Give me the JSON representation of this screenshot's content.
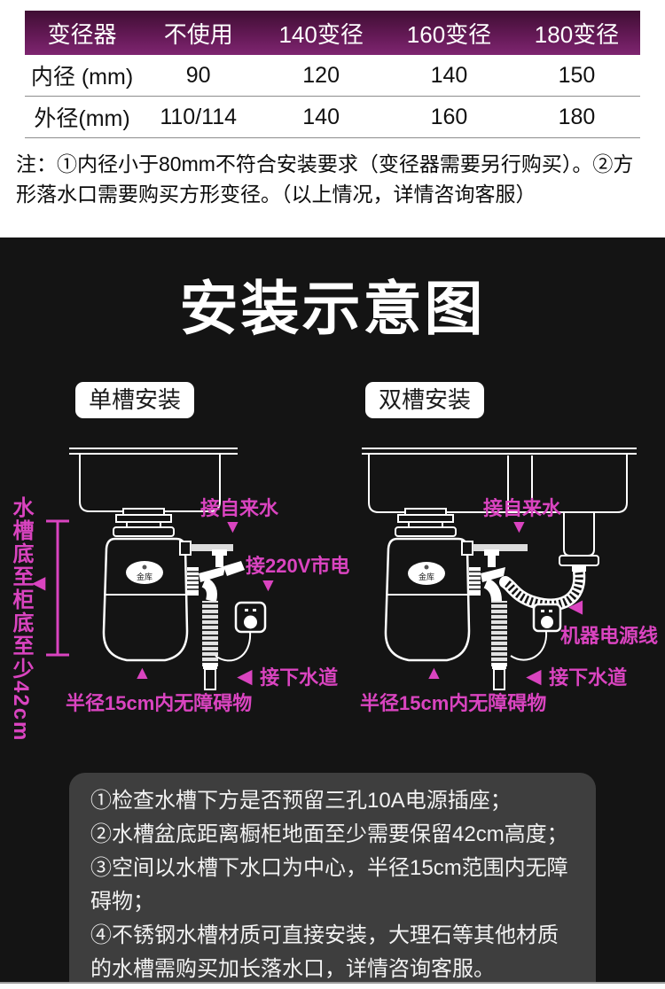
{
  "adapter_table": {
    "headers": [
      "变径器",
      "不使用",
      "140变径",
      "160变径",
      "180变径"
    ],
    "row1_label": "内径 (mm)",
    "row1_values": [
      "90",
      "120",
      "140",
      "150"
    ],
    "row2_label": "外径(mm)",
    "row2_values": [
      "110/114",
      "140",
      "160",
      "180"
    ]
  },
  "note": "注：①内径小于80mm不符合安装要求（变径器需要另行购买）。②方形落水口需要购买方形变径。（以上情况，详情咨询客服）",
  "diagram": {
    "title": "安装示意图",
    "single_sink_label": "单槽安装",
    "double_sink_label": "双槽安装",
    "brand_logo": "金库",
    "labels": {
      "tap_water": "接自来水",
      "power_220v": "接220V市电",
      "drain": "接下水道",
      "clearance": "半径15cm内无障碍物",
      "machine_power_cord": "机器电源线",
      "height_requirement": "水槽底至柜底至少42cm"
    }
  },
  "install_notes": [
    "①检查水槽下方是否预留三孔10A电源插座；",
    "②水槽盆底距离橱柜地面至少需要保留42cm高度；",
    "③空间以水槽下水口为中心，半径15cm范围内无障碍物；",
    "④不锈钢水槽材质可直接安装，大理石等其他材质的水槽需购买加长落水口，详情咨询客服。"
  ],
  "icons": {
    "arrow_down": "▼",
    "arrow_left": "◀",
    "arrow_up": "▲"
  },
  "colors": {
    "header_purple_top": "#3f0e33",
    "header_purple_bottom": "#7e2570",
    "accent_magenta": "#da44c0",
    "section_black": "#141414",
    "notes_box_gray": "#3e3e3e"
  }
}
